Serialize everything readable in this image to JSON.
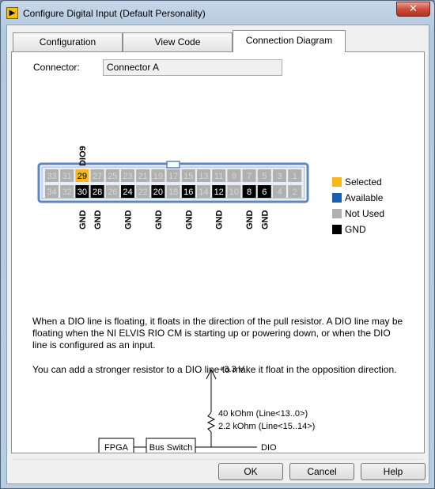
{
  "window": {
    "title": "Configure Digital Input (Default Personality)",
    "close_glyph": "✕",
    "icon_glyph": "▶"
  },
  "tabs": [
    {
      "label": "Configuration",
      "active": false
    },
    {
      "label": "View Code",
      "active": false
    },
    {
      "label": "Connection Diagram",
      "active": true
    }
  ],
  "connector": {
    "label": "Connector:",
    "value": "Connector A"
  },
  "pins": {
    "top_row": [
      {
        "n": "33",
        "s": "unused"
      },
      {
        "n": "31",
        "s": "unused"
      },
      {
        "n": "29",
        "s": "selected"
      },
      {
        "n": "27",
        "s": "unused"
      },
      {
        "n": "25",
        "s": "unused"
      },
      {
        "n": "23",
        "s": "unused"
      },
      {
        "n": "21",
        "s": "unused"
      },
      {
        "n": "19",
        "s": "unused"
      },
      {
        "n": "17",
        "s": "unused"
      },
      {
        "n": "15",
        "s": "unused"
      },
      {
        "n": "13",
        "s": "unused"
      },
      {
        "n": "11",
        "s": "unused"
      },
      {
        "n": "9",
        "s": "unused"
      },
      {
        "n": "7",
        "s": "unused"
      },
      {
        "n": "5",
        "s": "unused"
      },
      {
        "n": "3",
        "s": "unused"
      },
      {
        "n": "1",
        "s": "unused"
      }
    ],
    "bottom_row": [
      {
        "n": "34",
        "s": "unused"
      },
      {
        "n": "32",
        "s": "unused"
      },
      {
        "n": "30",
        "s": "gnd"
      },
      {
        "n": "28",
        "s": "gnd"
      },
      {
        "n": "26",
        "s": "unused"
      },
      {
        "n": "24",
        "s": "gnd"
      },
      {
        "n": "22",
        "s": "unused"
      },
      {
        "n": "20",
        "s": "gnd"
      },
      {
        "n": "18",
        "s": "unused"
      },
      {
        "n": "16",
        "s": "gnd"
      },
      {
        "n": "14",
        "s": "unused"
      },
      {
        "n": "12",
        "s": "gnd"
      },
      {
        "n": "10",
        "s": "unused"
      },
      {
        "n": "8",
        "s": "gnd"
      },
      {
        "n": "6",
        "s": "gnd"
      },
      {
        "n": "4",
        "s": "unused"
      },
      {
        "n": "2",
        "s": "unused"
      }
    ],
    "top_label": "DIO9",
    "gnd_label": "GND"
  },
  "legend": [
    {
      "label": "Selected",
      "color": "#f7b818"
    },
    {
      "label": "Available",
      "color": "#1a5fb4"
    },
    {
      "label": "Not Used",
      "color": "#b0b0b0"
    },
    {
      "label": "GND",
      "color": "#000000"
    }
  ],
  "colors": {
    "selected": "#f7b818",
    "unused": "#b0b0b0",
    "gnd": "#000000",
    "connector_border": "#5b86bf"
  },
  "description": {
    "para1": "When a DIO line is floating, it floats in the direction of the pull resistor. A DIO line may be floating when the NI ELVIS RIO CM is starting up or powering down, or when the DIO line is configured as an input.",
    "para2": "You can add a stronger resistor to a DIO line to make it float in the opposition direction."
  },
  "circuit": {
    "supply": "+3.3 V",
    "r1": "40 kOhm (Line<13..0>)",
    "r2": "2.2 kOhm (Line<15..14>)",
    "fpga": "FPGA",
    "bus_switch": "Bus Switch",
    "dio": "DIO"
  },
  "buttons": {
    "ok": "OK",
    "cancel": "Cancel",
    "help": "Help"
  }
}
